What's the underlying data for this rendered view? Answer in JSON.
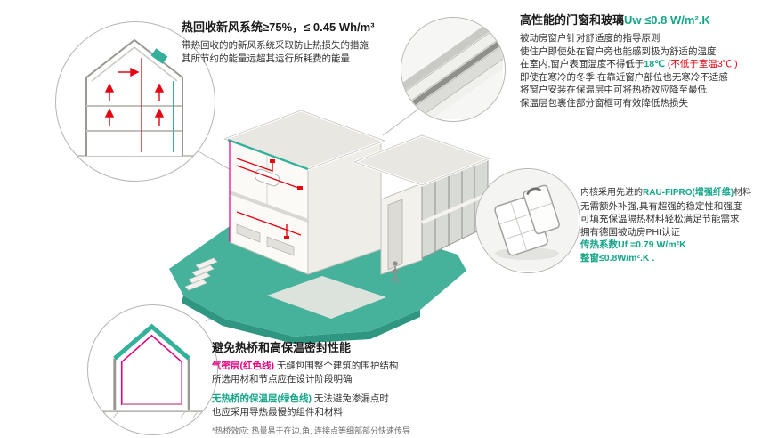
{
  "colors": {
    "accent_green": "#15a589",
    "teal_base": "#47b29b",
    "airtight_magenta": "#e5007d",
    "duct_red": "#e30613"
  },
  "heat_recovery": {
    "title": "热回收新风系统≥75%，≤ 0.45 Wh/m³",
    "line1": "带热回收的的新风系统采取防止热损失的措施",
    "line2": "其所节约的能量远超其运行所耗费的能量"
  },
  "windows": {
    "title_prefix": "高性能的门窗和玻璃",
    "title_value": "Uw ≤0.8 W/m².K",
    "line1": "被动房窗户针对舒适度的指导原则",
    "line2": "使住户即使处在窗户旁也能感到极为舒适的温度",
    "line3_a": "在室内,窗户表面温度不得低于",
    "line3_b": "18℃",
    "line3_c": " (不低于室温3℃ )",
    "line4": "即使在寒冷的冬季,在靠近窗户部位也无寒冷不适感",
    "line5": "将窗户安装在保温层中可将热桥效应降至最低",
    "line6": "保温层包裹住部分窗框可有效降低热损失"
  },
  "profile": {
    "line1_a": "内核采用先进的",
    "line1_b": "RAU-FIPRO(增强纤维)",
    "line1_c": "材料",
    "line2": "无需额外补强,具有超强的稳定性和强度",
    "line3": "可填充保温隔热材料轻松满足节能需求",
    "line4": "拥有德国被动房PHI认证",
    "line5": "传热系数Uf =0.79 W/m²K",
    "line6": "整窗≤0.8W/m².K ."
  },
  "thermal": {
    "title": "避免热桥和高保温密封性能",
    "p1_a": "气密层(红色线)",
    "p1_b": " 无缝包围整个建筑的围护结构",
    "p1_line2": "所选用材和节点应在设计阶段明确",
    "p2_a": "无热桥的保温层(绿色线)",
    "p2_b": " 无法避免渗漏点时",
    "p2_line2": "也应采用导热最慢的组件和材料",
    "footnote": "*热桥效应: 热量易于在边,角, 连接点等细部部分快速传导"
  }
}
